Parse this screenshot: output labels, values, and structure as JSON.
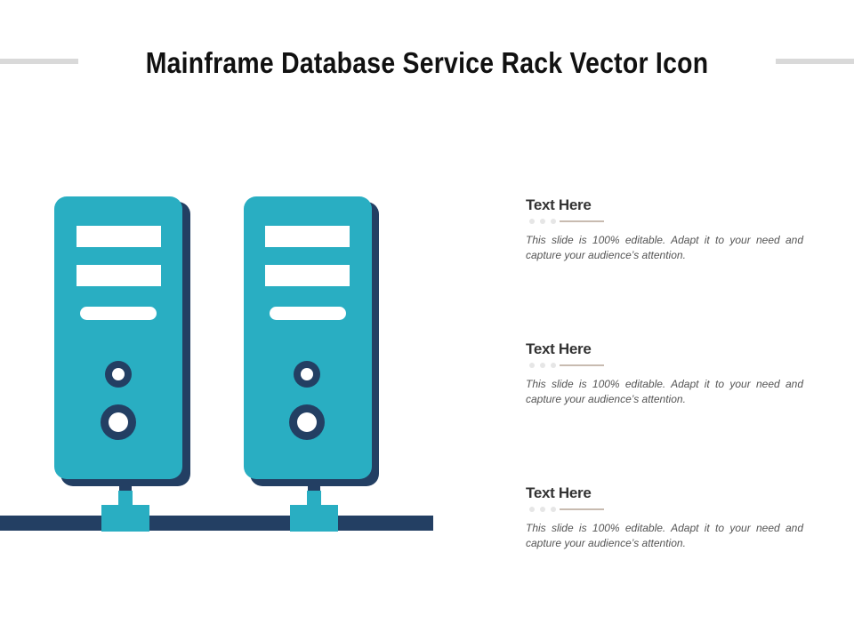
{
  "slide": {
    "title": "Mainframe Database Service Rack Vector Icon"
  },
  "colors": {
    "teal": "#29aec2",
    "navy": "#233f63",
    "white": "#ffffff",
    "grey_bar": "#d9d9d9"
  },
  "blocks": [
    {
      "heading": "Text Here",
      "body": "This slide is 100% editable. Adapt it to your need and capture your audience’s attention."
    },
    {
      "heading": "Text Here",
      "body": "This slide is 100% editable. Adapt it to your need and capture your audience’s attention."
    },
    {
      "heading": "Text Here",
      "body": "This slide is 100% editable. Adapt it to your need and capture your audience’s attention."
    }
  ]
}
